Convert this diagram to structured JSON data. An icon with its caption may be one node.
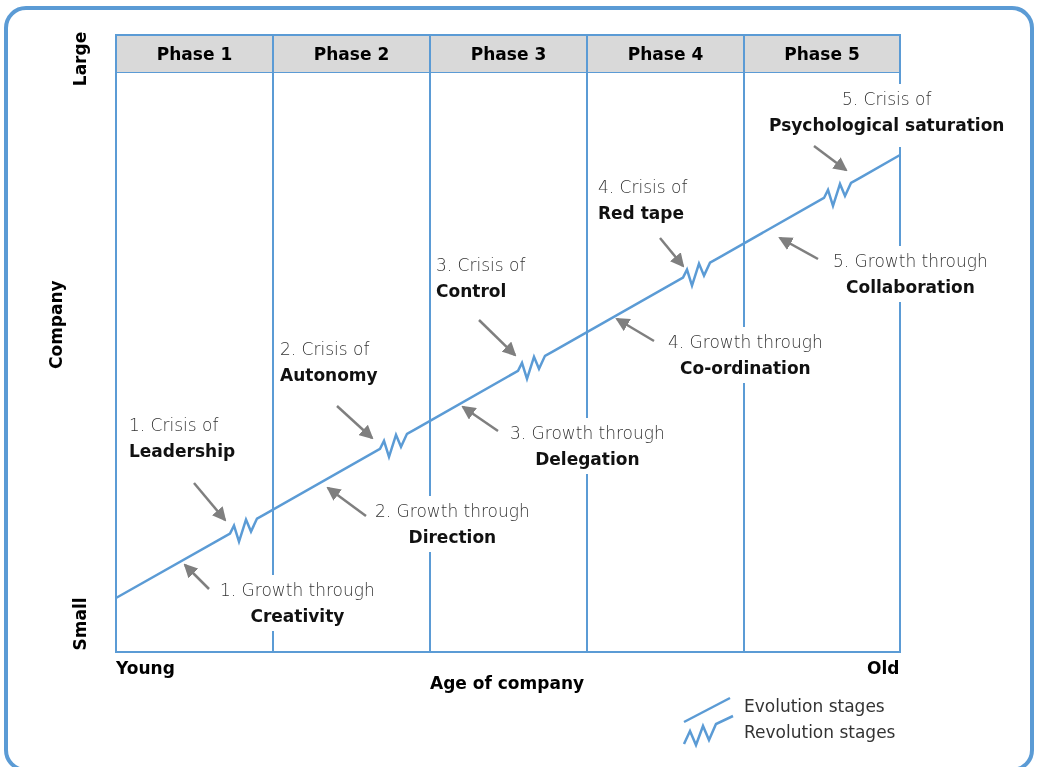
{
  "diagram": {
    "nodes": [
      {
        "text": [
          "Phase 1"
        ]
      },
      {
        "text": [
          "Phase 2"
        ]
      },
      {
        "text": [
          "Phase 3"
        ]
      },
      {
        "text": [
          "Phase 4"
        ]
      },
      {
        "text": [
          "Phase 5"
        ]
      },
      {
        "text": [
          "1. Crisis of",
          "Leadership"
        ]
      },
      {
        "text": [
          "1. Growth through",
          "Creativity"
        ]
      },
      {
        "text": [
          "2. Crisis of",
          "Autonomy"
        ]
      },
      {
        "text": [
          "2. Growth through",
          "Direction"
        ]
      },
      {
        "text": [
          "3. Crisis of",
          "Control"
        ]
      },
      {
        "text": [
          "3. Growth through",
          "Delegation"
        ]
      },
      {
        "text": [
          "4. Crisis of",
          "Red tape"
        ]
      },
      {
        "text": [
          "4. Growth through",
          "Co-ordination"
        ]
      },
      {
        "text": [
          "5. Crisis of",
          "Psychological saturation"
        ]
      },
      {
        "text": [
          "5. Growth through",
          "Collaboration"
        ]
      }
    ],
    "edges": [
      {
        "from": 5,
        "to": null,
        "arrow": "to"
      },
      {
        "from": 6,
        "to": null,
        "arrow": "to"
      },
      {
        "from": 7,
        "to": null,
        "arrow": "to"
      },
      {
        "from": 8,
        "to": null,
        "arrow": "to"
      },
      {
        "from": 9,
        "to": null,
        "arrow": "to"
      },
      {
        "from": 10,
        "to": null,
        "arrow": "to"
      },
      {
        "from": 11,
        "to": null,
        "arrow": "to"
      },
      {
        "from": 12,
        "to": null,
        "arrow": "to"
      },
      {
        "from": 13,
        "to": null,
        "arrow": "to"
      },
      {
        "from": 14,
        "to": null,
        "arrow": "to"
      }
    ],
    "labels": [
      "Large",
      "Company",
      "Small",
      "Young",
      "Age of company",
      "Old"
    ],
    "legend": [
      {
        "text": "Evolution stages"
      },
      {
        "text": "Revolution stages"
      }
    ]
  }
}
